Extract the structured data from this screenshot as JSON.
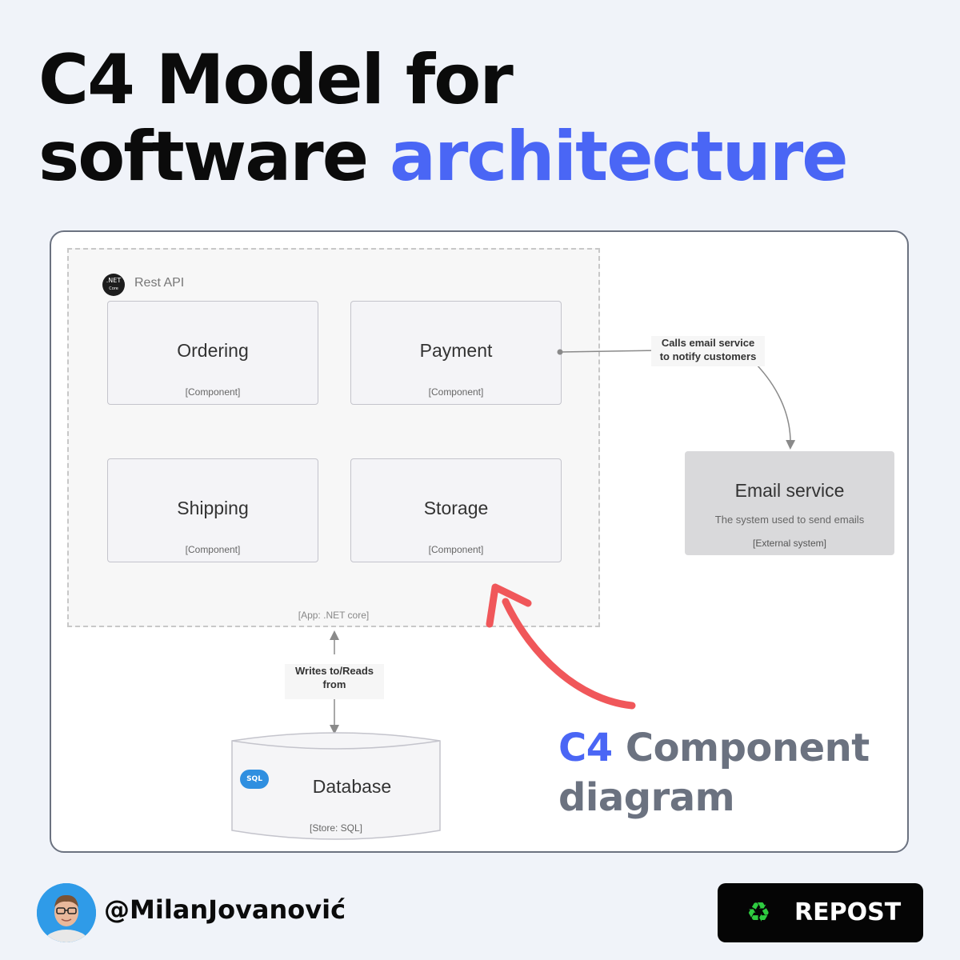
{
  "header": {
    "line1": "C4 Model for",
    "line2_plain": "software",
    "line2_accent": "architecture"
  },
  "diagram": {
    "boundary": {
      "logo_text": ".NET",
      "logo_subtext": "Core",
      "name": "Rest API",
      "technology": "[App: .NET core]"
    },
    "components": [
      {
        "name": "Ordering",
        "type": "[Component]"
      },
      {
        "name": "Payment",
        "type": "[Component]"
      },
      {
        "name": "Shipping",
        "type": "[Component]"
      },
      {
        "name": "Storage",
        "type": "[Component]"
      }
    ],
    "external_system": {
      "name": "Email service",
      "description": "The system used to send emails",
      "type": "[External system]"
    },
    "relationships": {
      "email": {
        "line1": "Calls email service",
        "line2": "to notify customers"
      },
      "database": {
        "line1": "Writes to/Reads",
        "line2": "from"
      }
    },
    "database": {
      "icon_text": "SQL",
      "name": "Database",
      "type": "[Store: SQL]"
    }
  },
  "callout": {
    "accent": "C4",
    "rest1": "Component",
    "rest2": "diagram"
  },
  "footer": {
    "handle": "@MilanJovanović",
    "repost_label": "REPOST",
    "repost_icon": "recycle-icon"
  },
  "colors": {
    "accent": "#4a66f5",
    "arrow_red": "#f0575a",
    "background": "#f0f3f9"
  }
}
